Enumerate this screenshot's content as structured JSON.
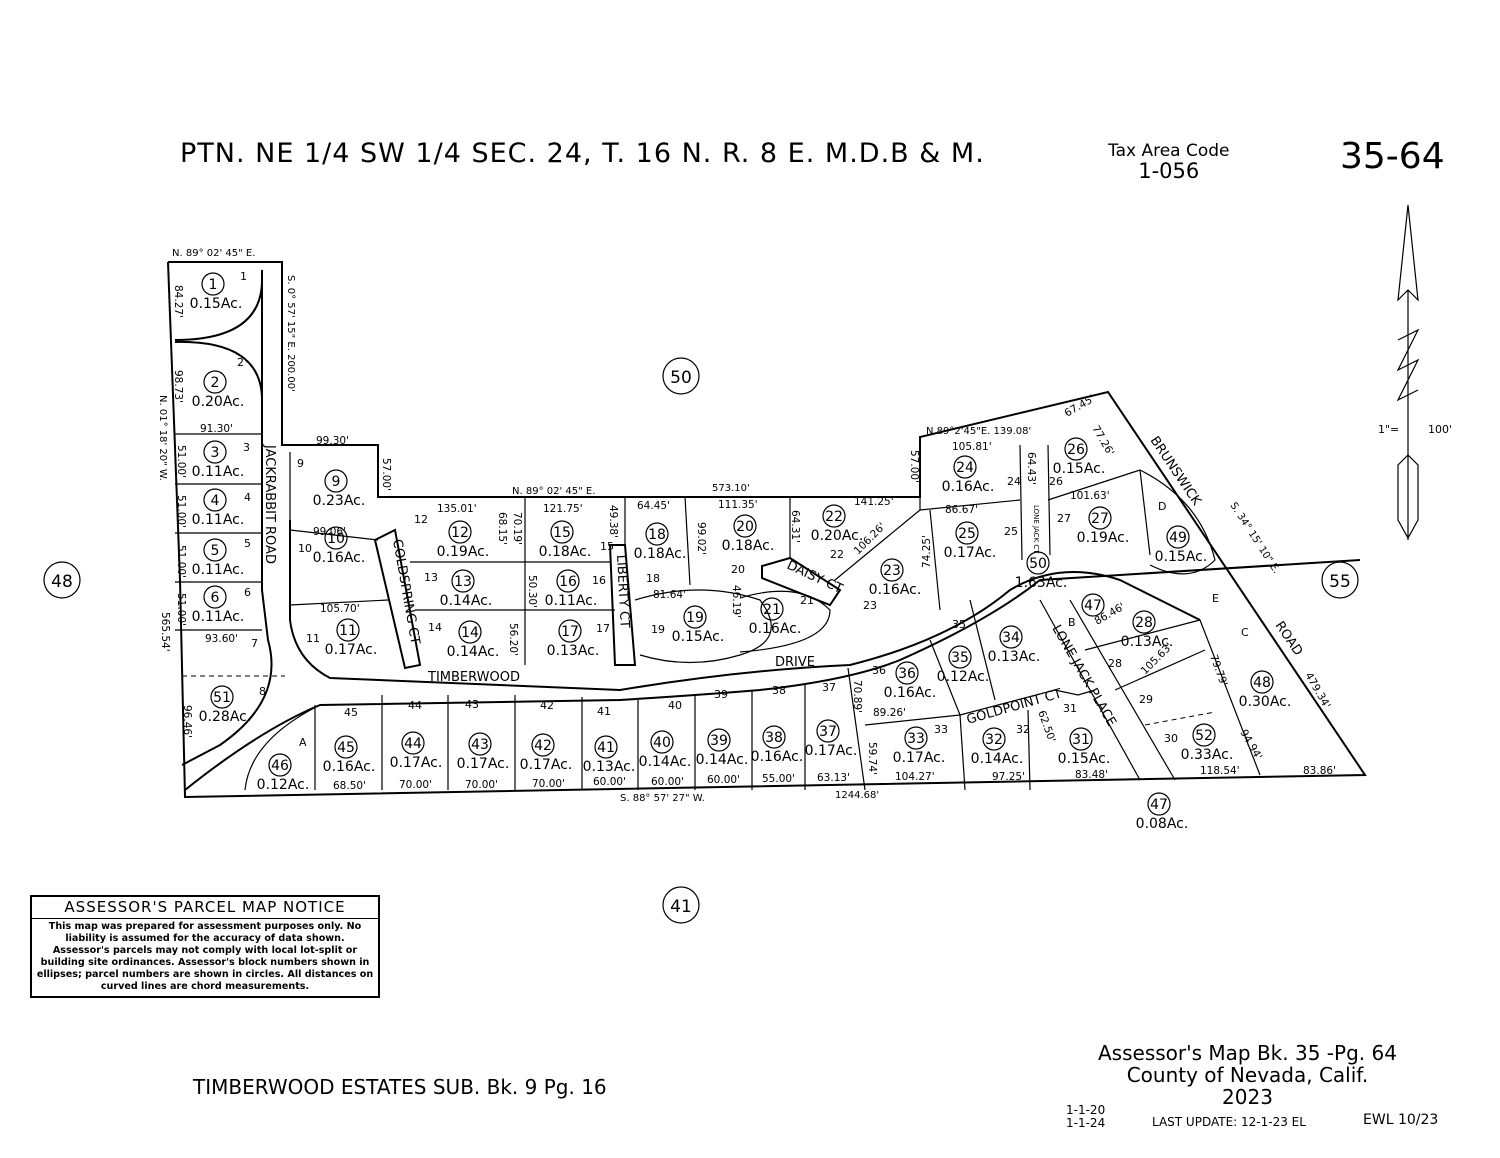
{
  "header": {
    "title": "PTN. NE 1/4 SW 1/4 SEC. 24, T. 16 N. R. 8 E. M.D.B & M.",
    "tax_area_label": "Tax Area Code",
    "tax_area_code": "1-056",
    "page_number": "35-64"
  },
  "scale": {
    "left": "1\"=",
    "right": "100'"
  },
  "notice": {
    "heading": "ASSESSOR'S PARCEL MAP NOTICE",
    "body": "This map was prepared for assessment purposes only. No liability is assumed for the accuracy of data shown. Assessor's parcels may not comply with local lot-split or building site ordinances. Assessor's block numbers shown in ellipses; parcel numbers are shown in circles. All distances on curved lines are chord measurements."
  },
  "footer": {
    "subdivision": "TIMBERWOOD ESTATES SUB. Bk. 9 Pg. 16",
    "map_ref": "Assessor's Map Bk. 35 -Pg. 64",
    "county": "County of Nevada, Calif.",
    "year": "2023",
    "code1": "1-1-20",
    "code2": "1-1-24",
    "last_update": "LAST UPDATE: 12-1-23 EL",
    "ewl": "EWL 10/23"
  },
  "adjacent_maps": [
    "50",
    "48",
    "55",
    "41"
  ],
  "roads": {
    "jackrabbit": "JACKRABBIT ROAD",
    "coldspring": "COLDSPRING CT",
    "liberty": "LIBERTY CT",
    "daisy": "DAISY CT",
    "timberwood": "TIMBERWOOD",
    "drive": "DRIVE",
    "goldpoint": "GOLDPOINT CT",
    "lone_jack": "LONE JACK PLACE",
    "lone_jack_ct": "LONE JACK CT",
    "brunswick": "BRUNSWICK",
    "road": "ROAD"
  },
  "bearings": {
    "north_west": "N. 89° 02' 45\" E.",
    "east_top": "S. 0° 57' 15\" E. 200.00'",
    "west": "N. 01° 18' 20\" W.",
    "north_mid": "N. 89° 02' 45\" E.",
    "north_mid_dist": "573.10'",
    "north_east": "N.89°2'45\"E. 139.08'",
    "brunswick": "S. 34° 15' 10\" E.",
    "south": "S. 88° 57' 27\" W.",
    "south_dist": "1244.68'"
  },
  "parcels": [
    {
      "n": "1",
      "a": "0.15Ac."
    },
    {
      "n": "2",
      "a": "0.20Ac."
    },
    {
      "n": "3",
      "a": "0.11Ac."
    },
    {
      "n": "4",
      "a": "0.11Ac."
    },
    {
      "n": "5",
      "a": "0.11Ac."
    },
    {
      "n": "6",
      "a": "0.11Ac."
    },
    {
      "n": "51",
      "a": "0.28Ac."
    },
    {
      "n": "9",
      "a": "0.23Ac."
    },
    {
      "n": "10",
      "a": "0.16Ac."
    },
    {
      "n": "11",
      "a": "0.17Ac."
    },
    {
      "n": "12",
      "a": "0.19Ac."
    },
    {
      "n": "13",
      "a": "0.14Ac."
    },
    {
      "n": "14",
      "a": "0.14Ac."
    },
    {
      "n": "15",
      "a": "0.18Ac."
    },
    {
      "n": "16",
      "a": "0.11Ac."
    },
    {
      "n": "17",
      "a": "0.13Ac."
    },
    {
      "n": "18",
      "a": "0.18Ac."
    },
    {
      "n": "19",
      "a": "0.15Ac."
    },
    {
      "n": "20",
      "a": "0.18Ac."
    },
    {
      "n": "21",
      "a": "0.16Ac."
    },
    {
      "n": "22",
      "a": "0.20Ac."
    },
    {
      "n": "23",
      "a": "0.16Ac."
    },
    {
      "n": "24",
      "a": "0.16Ac."
    },
    {
      "n": "25",
      "a": "0.17Ac."
    },
    {
      "n": "26",
      "a": "0.15Ac."
    },
    {
      "n": "27",
      "a": "0.19Ac."
    },
    {
      "n": "49",
      "a": "0.15Ac."
    },
    {
      "n": "50",
      "a": "1.63Ac."
    },
    {
      "n": "47",
      "a": ""
    },
    {
      "n": "28",
      "a": "0.13Ac."
    },
    {
      "n": "34",
      "a": "0.13Ac."
    },
    {
      "n": "35",
      "a": "0.12Ac."
    },
    {
      "n": "36",
      "a": "0.16Ac."
    },
    {
      "n": "48",
      "a": "0.30Ac."
    },
    {
      "n": "52",
      "a": "0.33Ac."
    },
    {
      "n": "31",
      "a": "0.15Ac."
    },
    {
      "n": "32",
      "a": "0.14Ac."
    },
    {
      "n": "33",
      "a": "0.17Ac."
    },
    {
      "n": "37",
      "a": "0.17Ac."
    },
    {
      "n": "38",
      "a": "0.16Ac."
    },
    {
      "n": "39",
      "a": "0.14Ac."
    },
    {
      "n": "40",
      "a": "0.14Ac."
    },
    {
      "n": "41",
      "a": "0.13Ac."
    },
    {
      "n": "42",
      "a": "0.17Ac."
    },
    {
      "n": "43",
      "a": "0.17Ac."
    },
    {
      "n": "44",
      "a": "0.17Ac."
    },
    {
      "n": "45",
      "a": "0.16Ac."
    },
    {
      "n": "46",
      "a": "0.12Ac."
    },
    {
      "n": "47",
      "a": "0.08Ac."
    }
  ],
  "lot_numbers": [
    "1",
    "2",
    "3",
    "4",
    "5",
    "6",
    "7",
    "8",
    "9",
    "10",
    "11",
    "12",
    "13",
    "14",
    "15",
    "16",
    "17",
    "18",
    "19",
    "20",
    "21",
    "22",
    "23",
    "24",
    "25",
    "26",
    "27",
    "28",
    "29",
    "30",
    "31",
    "32",
    "33",
    "35",
    "36",
    "37",
    "38",
    "39",
    "40",
    "41",
    "42",
    "43",
    "44",
    "45",
    "A",
    "B",
    "C",
    "D",
    "E"
  ],
  "dimensions": [
    "84.27'",
    "98.73'",
    "91.30'",
    "51.00'",
    "51.00'",
    "51.00'",
    "51.00'",
    "93.60'",
    "565.54'",
    "96.46'",
    "99.30'",
    "57.00'",
    "99.06'",
    "105.70'",
    "135.01'",
    "70.19'",
    "68.15'",
    "121.75'",
    "49.38'",
    "50.30'",
    "56.20'",
    "64.45'",
    "81.64'",
    "111.35'",
    "99.02'",
    "46.19'",
    "64.31'",
    "141.25'",
    "106.26'",
    "74.25'",
    "57.00'",
    "105.81'",
    "86.67'",
    "64.43'",
    "67.45'",
    "77.26'",
    "101.63'",
    "86.46'",
    "105.63'",
    "79.79'",
    "94.94'",
    "479.34'",
    "70.89'",
    "89.26'",
    "59.74'",
    "62.50'",
    "104.27'",
    "97.25'",
    "83.48'",
    "118.54'",
    "83.86'",
    "68.50'",
    "70.00'",
    "70.00'",
    "70.00'",
    "60.00'",
    "60.00'",
    "60.00'",
    "55.00'",
    "63.13'"
  ]
}
